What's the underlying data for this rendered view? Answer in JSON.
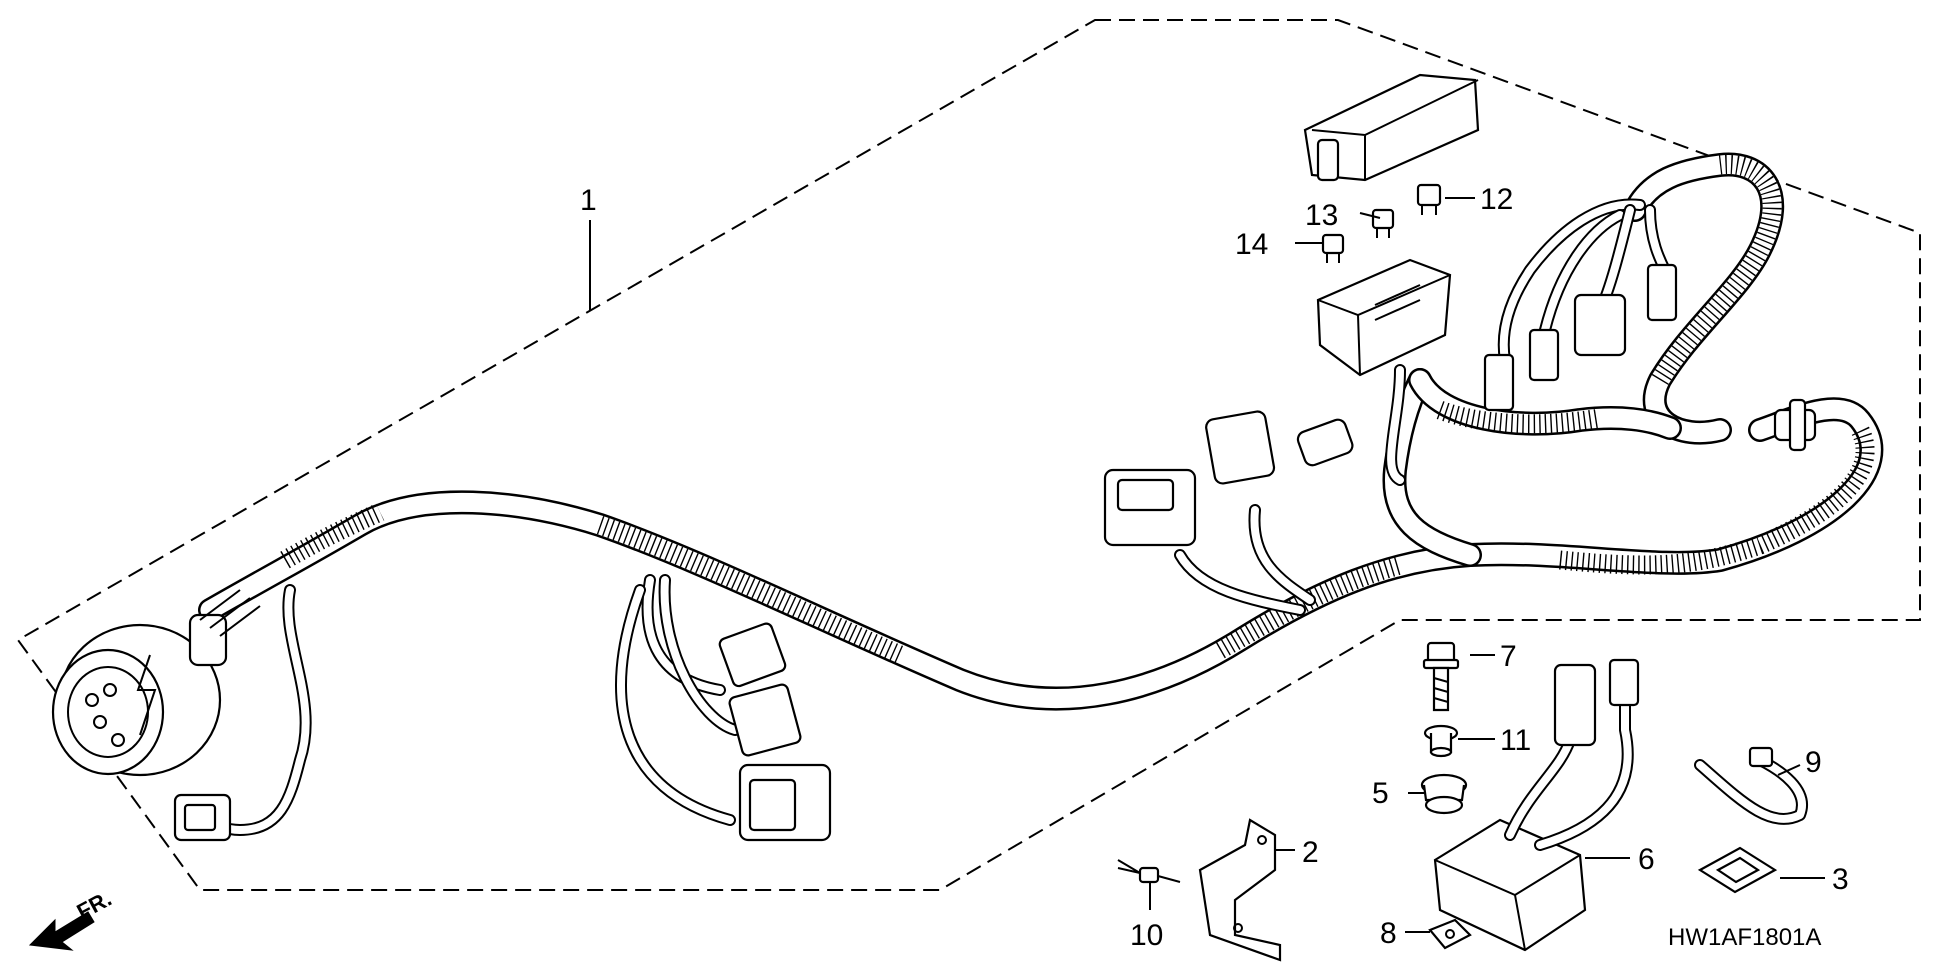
{
  "diagram": {
    "code": "HW1AF1801A",
    "direction_label": "FR.",
    "callouts": [
      {
        "id": "1",
        "label": "1"
      },
      {
        "id": "2",
        "label": "2"
      },
      {
        "id": "3",
        "label": "3"
      },
      {
        "id": "5",
        "label": "5"
      },
      {
        "id": "6",
        "label": "6"
      },
      {
        "id": "7",
        "label": "7"
      },
      {
        "id": "8",
        "label": "8"
      },
      {
        "id": "9",
        "label": "9"
      },
      {
        "id": "10",
        "label": "10"
      },
      {
        "id": "11",
        "label": "11"
      },
      {
        "id": "12",
        "label": "12"
      },
      {
        "id": "13",
        "label": "13"
      },
      {
        "id": "14",
        "label": "14"
      }
    ],
    "icons": {
      "direction": "front-direction-arrow-icon"
    }
  }
}
